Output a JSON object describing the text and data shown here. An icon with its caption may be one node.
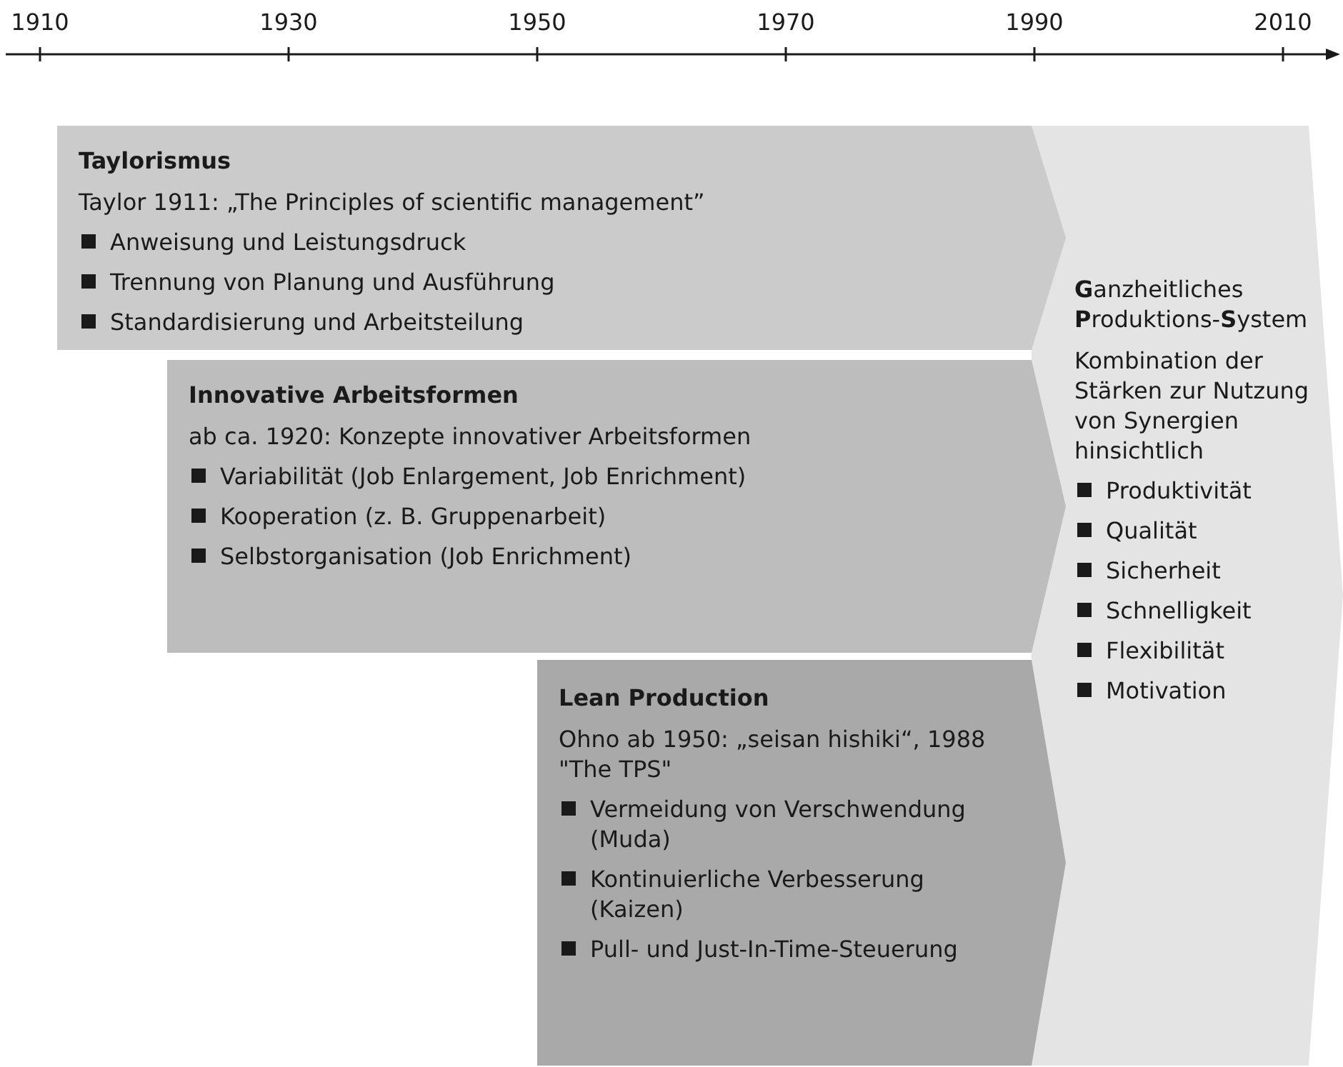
{
  "diagram": {
    "nodes": [
      {
        "text": [
          "Taylorismus",
          "Taylor 1911: „The Principles of scientific management”",
          "Anweisung und Leistungsdruck",
          "Trennung von Planung und Ausführung",
          "Standardisierung und Arbeitsteilung"
        ]
      },
      {
        "text": [
          "Innovative Arbeitsformen",
          "ab ca. 1920: Konzepte innovativer Arbeitsformen",
          "Variabilität (Job Enlargement, Job Enrichment)",
          "Kooperation (z. B. Gruppenarbeit)",
          "Selbstorganisation (Job Enrichment)"
        ]
      },
      {
        "text": [
          "Lean Production",
          "Ohno ab 1950: „seisan hishiki“, 1988 \"The TPS\"",
          "Vermeidung von Verschwendung (Muda)",
          "Kontinuierliche Verbesserung (Kaizen)",
          "Pull- und Just-In-Time-Steuerung"
        ]
      },
      {
        "text": [
          "**G**anzheitliches **P**roduktions-**S**ystem",
          "Kombination der Stärken zur Nutzung von Synergien hinsichtlich",
          "Produktivität",
          "Qualität",
          "Sicherheit",
          "Schnelligkeit",
          "Flexibilität",
          "Motivation"
        ]
      }
    ],
    "labels": [
      "1910",
      "1930",
      "1950",
      "1970",
      "1990",
      "2010"
    ]
  }
}
